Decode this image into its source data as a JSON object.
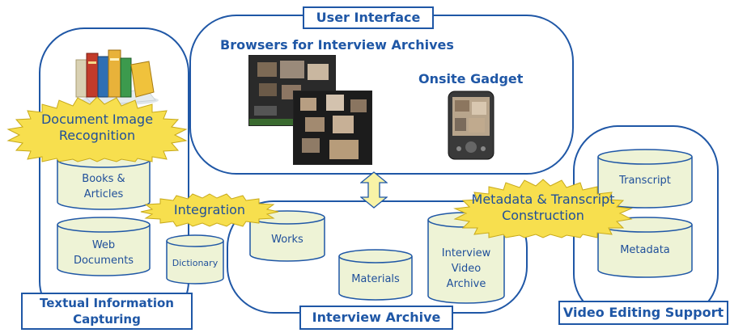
{
  "user_interface": {
    "title": "User Interface",
    "browsers_label": "Browsers for Interview Archives",
    "gadget_label": "Onsite Gadget"
  },
  "textual": {
    "title_line1": "Textual Information",
    "title_line2": "Capturing",
    "recognition_line1": "Document Image",
    "recognition_line2": "Recognition",
    "books_line1": "Books &",
    "books_line2": "Articles",
    "web_line1": "Web",
    "web_line2": "Documents"
  },
  "archive": {
    "title": "Interview Archive",
    "integration": "Integration",
    "dictionary": "Dictionary",
    "works": "Works",
    "materials": "Materials",
    "iva_line1": "Interview",
    "iva_line2": "Video",
    "iva_line3": "Archive"
  },
  "video": {
    "title": "Video Editing Support",
    "metadata_line1": "Metadata & Transcript",
    "metadata_line2": "Construction",
    "transcript": "Transcript",
    "metadata": "Metadata"
  },
  "colors": {
    "border": "#1f57a6",
    "cylinder_fill": "#eef3d6",
    "burst_fill": "#f7df4e"
  }
}
